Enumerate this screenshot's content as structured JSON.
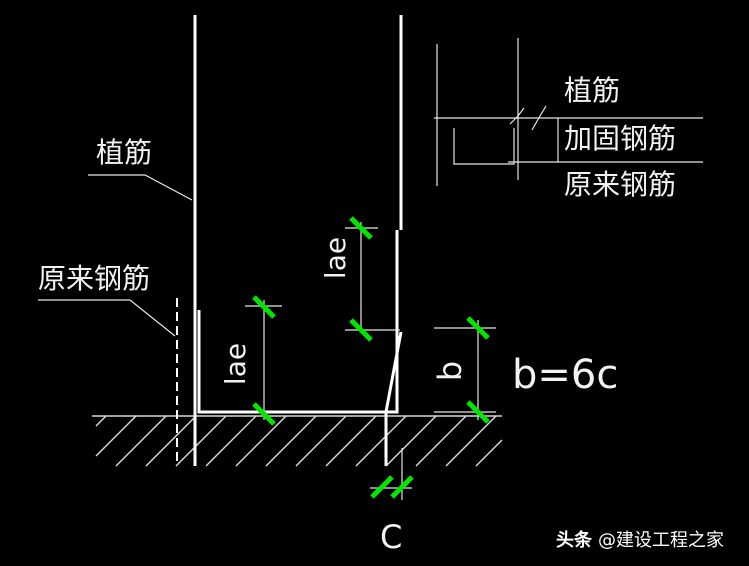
{
  "labels": {
    "zhijin_main": "植筋",
    "yuanlai_left": "原来钢筋",
    "lae_right": "lae",
    "lae_left": "lae",
    "b_dim": "b",
    "b_formula": "b=6c",
    "c_dim": "C"
  },
  "legend": {
    "zhijin": "植筋",
    "jiagu": "加固钢筋",
    "yuanlai": "原来钢筋"
  },
  "watermark": {
    "brand": "头条",
    "handle": "@建设工程之家"
  },
  "colors": {
    "background": "#000000",
    "line": "#ffffff",
    "marker": "#00e600",
    "text": "#f2f2f2"
  }
}
